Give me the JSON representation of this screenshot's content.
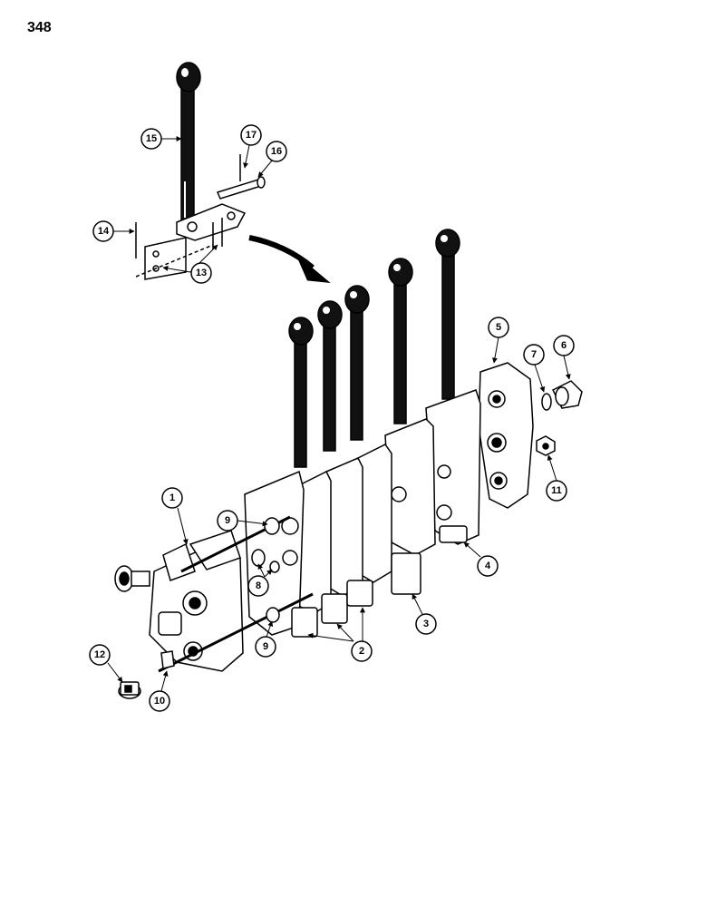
{
  "page": {
    "number": "348"
  },
  "colors": {
    "ink": "#000000",
    "paper": "#ffffff"
  },
  "callouts": {
    "c1": "1",
    "c2": "2",
    "c3": "3",
    "c4": "4",
    "c5": "5",
    "c6": "6",
    "c7": "7",
    "c8": "8",
    "c9a": "9",
    "c9b": "9",
    "c10": "10",
    "c11": "11",
    "c12": "12",
    "c13": "13",
    "c14": "14",
    "c15": "15",
    "c16": "16",
    "c17": "17"
  }
}
